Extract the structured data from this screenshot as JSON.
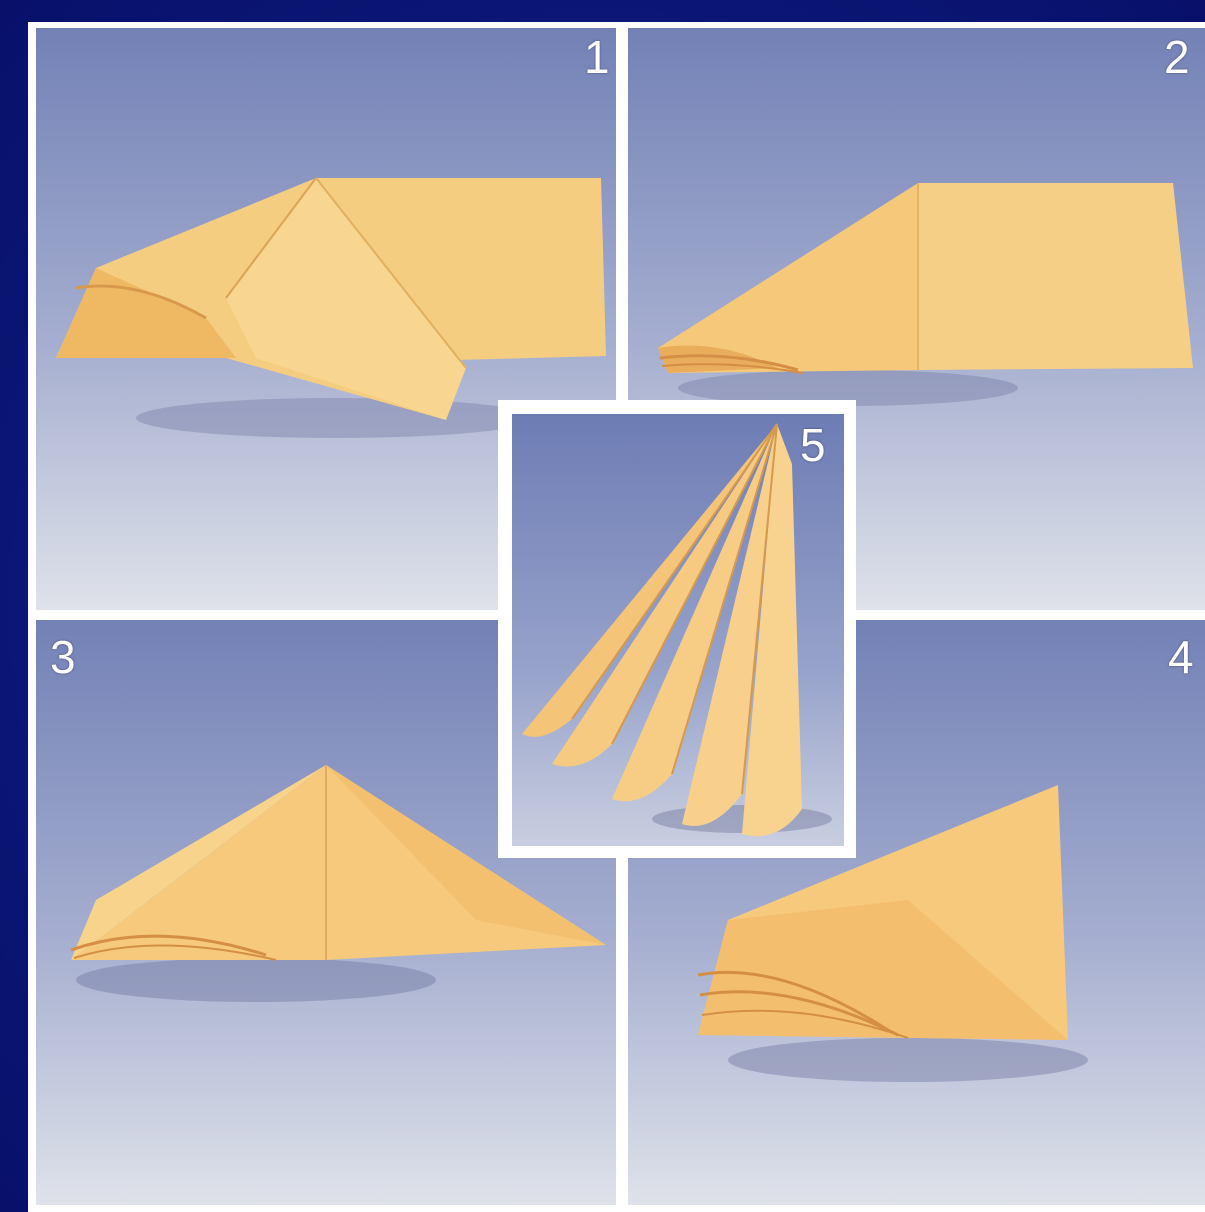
{
  "steps": {
    "one": {
      "label": "1"
    },
    "two": {
      "label": "2"
    },
    "three": {
      "label": "3"
    },
    "four": {
      "label": "4"
    },
    "five": {
      "label": "5"
    }
  },
  "colors": {
    "background_border": "#0a1670",
    "napkin": "#f6c97a",
    "napkin_shadow": "#e8a95a",
    "backdrop_top": "#7482b8",
    "backdrop_bottom": "#d9dde8"
  }
}
